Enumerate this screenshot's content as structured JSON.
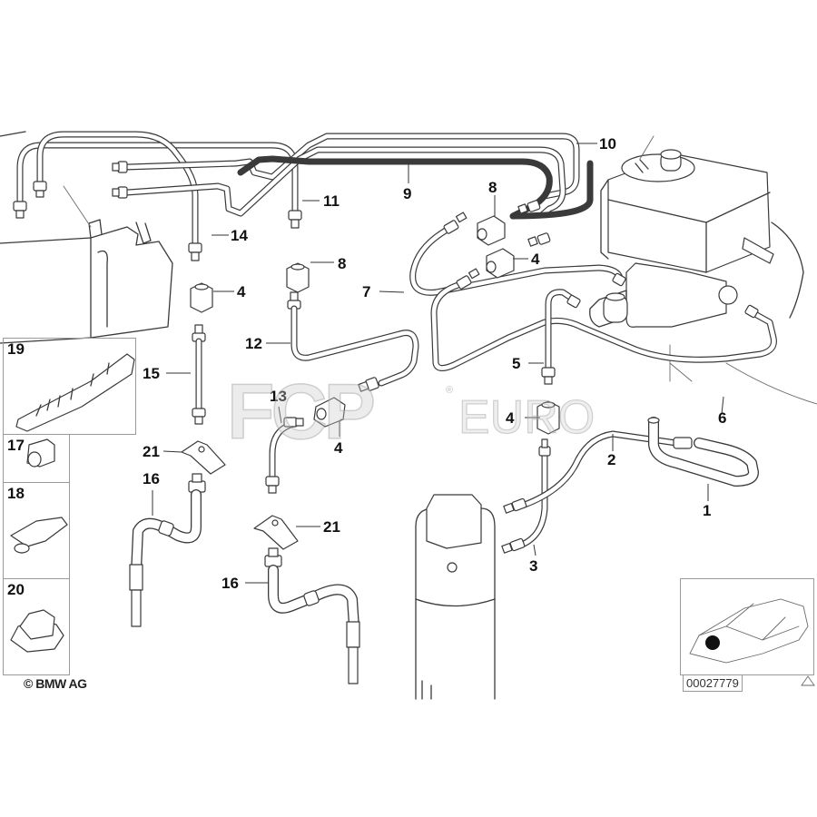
{
  "diagram": {
    "title": "Brake pipe front / ABS hydraulic lines",
    "brand_copyright": "© BMW AG",
    "document_number": "00027779",
    "watermark": {
      "logo": "FCP",
      "text": "EURO",
      "registered": "®"
    },
    "callouts": [
      {
        "id": "c10",
        "label": "10"
      },
      {
        "id": "c9",
        "label": "9"
      },
      {
        "id": "c11",
        "label": "11"
      },
      {
        "id": "c8a",
        "label": "8"
      },
      {
        "id": "c8b",
        "label": "8"
      },
      {
        "id": "c14",
        "label": "14"
      },
      {
        "id": "c4a",
        "label": "4"
      },
      {
        "id": "c4b",
        "label": "4"
      },
      {
        "id": "c4c",
        "label": "4"
      },
      {
        "id": "c4d",
        "label": "4"
      },
      {
        "id": "c7",
        "label": "7"
      },
      {
        "id": "c12",
        "label": "12"
      },
      {
        "id": "c15",
        "label": "15"
      },
      {
        "id": "c13",
        "label": "13"
      },
      {
        "id": "c5",
        "label": "5"
      },
      {
        "id": "c6",
        "label": "6"
      },
      {
        "id": "c2",
        "label": "2"
      },
      {
        "id": "c1",
        "label": "1"
      },
      {
        "id": "c3",
        "label": "3"
      },
      {
        "id": "c21a",
        "label": "21"
      },
      {
        "id": "c21b",
        "label": "21"
      },
      {
        "id": "c16a",
        "label": "16"
      },
      {
        "id": "c16b",
        "label": "16"
      }
    ],
    "insets": [
      {
        "id": "i19",
        "label": "19",
        "part": "pipe-holder-clip"
      },
      {
        "id": "i17",
        "label": "17",
        "part": "pipe-clip"
      },
      {
        "id": "i18",
        "label": "18",
        "part": "pipe-clip-with-tab"
      },
      {
        "id": "i20",
        "label": "20",
        "part": "pipe-clip-with-base"
      }
    ],
    "locator": {
      "part": "car-locator-front-left",
      "marker": "filled-dot"
    }
  }
}
